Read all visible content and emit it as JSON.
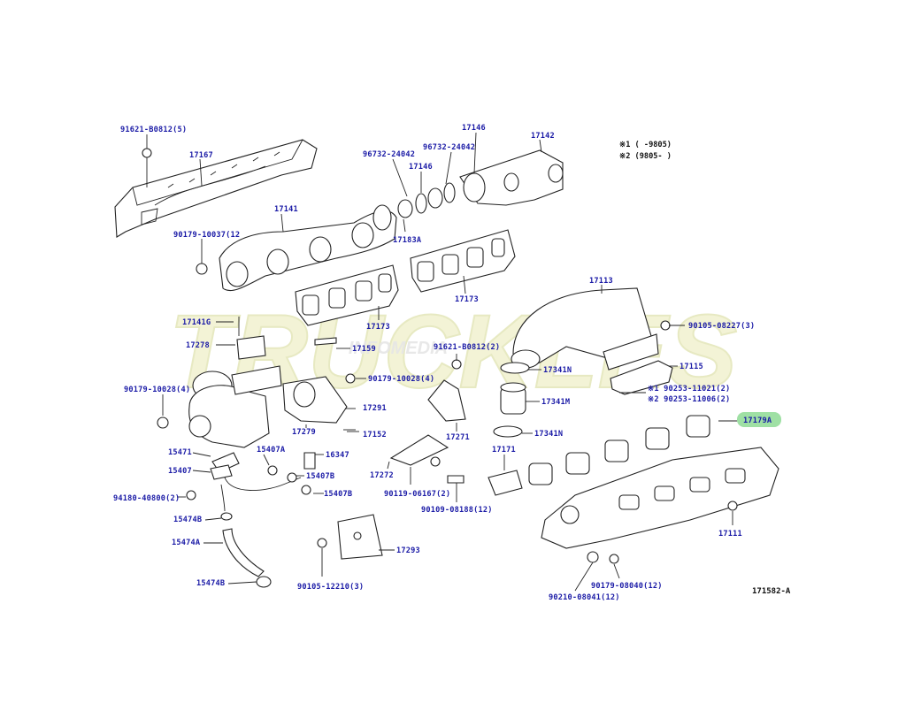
{
  "colors": {
    "label": "#1a1aa6",
    "line": "#222222",
    "highlight": "#9fe0a4",
    "watermark_fill": "#f1f2cf",
    "watermark_stroke": "#e3e6b8"
  },
  "watermark": {
    "brand": "TRUCKLES",
    "sub": "INFOMEDIA"
  },
  "notes": {
    "n1": "※1 (    -9805)",
    "n2": "※2 (9805-    )"
  },
  "diagram_code": "171582-A",
  "labels": {
    "l91621_b0812_5": "91621-B0812(5)",
    "l17167": "17167",
    "l90179_10037": "90179-10037(12",
    "l17141": "17141",
    "l96732_24042_a": "96732-24042",
    "l96732_24042_b": "96732-24042",
    "l17146_a": "17146",
    "l17146_b": "17146",
    "l17142": "17142",
    "l17183a": "17183A",
    "l17173_a": "17173",
    "l17173_b": "17173",
    "l17113": "17113",
    "l90105_08227": "90105-08227(3)",
    "l17141g": "17141G",
    "l17278": "17278",
    "l17159": "17159",
    "l91621_b0812_2": "91621-B0812(2)",
    "l17341n_a": "17341N",
    "l17115": "17115",
    "l90179_10028_a": "90179-10028(4)",
    "l90179_10028_b": "90179-10028(4)",
    "l90253_11021": "※1 90253-11021(2)",
    "l90253_11006": "※2 90253-11006(2)",
    "l17179a": "17179A",
    "l17341m": "17341M",
    "l17291": "17291",
    "l17279": "17279",
    "l17152": "17152",
    "l17271": "17271",
    "l17341n_b": "17341N",
    "l15471": "15471",
    "l15407a": "15407A",
    "l16347": "16347",
    "l17171": "17171",
    "l15407": "15407",
    "l15407b_a": "15407B",
    "l15407b_b": "15407B",
    "l17272": "17272",
    "l90119_06167": "90119-06167(2)",
    "l94180_40800": "94180-40800(2)",
    "l90109_08188": "90109-08188(12)",
    "l15474b_a": "15474B",
    "l15474a": "15474A",
    "l17293": "17293",
    "l17111": "17111",
    "l15474b_b": "15474B",
    "l90105_12210": "90105-12210(3)",
    "l90179_08040": "90179-08040(12)",
    "l90210_08041": "90210-08041(12)"
  }
}
